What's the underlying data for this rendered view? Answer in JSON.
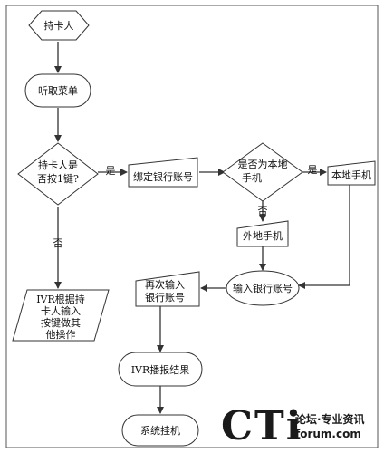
{
  "nodes": {
    "cardholder": "持卡人",
    "listen_menu": "听取菜单",
    "decision_press1": [
      "持卡人是",
      "否按1键?"
    ],
    "bind_account": "绑定银行账号",
    "decision_local": [
      "是否为本地",
      "手机"
    ],
    "local_phone": "本地手机",
    "remote_phone": "外地手机",
    "enter_account": "输入银行账号",
    "reenter_account": [
      "再次输入",
      "银行账号"
    ],
    "ivr_other": [
      "IVR根据持",
      "卡人输入",
      "按键做其",
      "他操作"
    ],
    "ivr_result": "IVR播报结果",
    "hangup": "系统挂机"
  },
  "edge_labels": {
    "yes1": "是",
    "no1": "否",
    "yes2": "是",
    "no2": "否"
  },
  "watermark": {
    "logo": "CTi",
    "line1": "论坛·专业资讯",
    "line2": "forum.com"
  }
}
